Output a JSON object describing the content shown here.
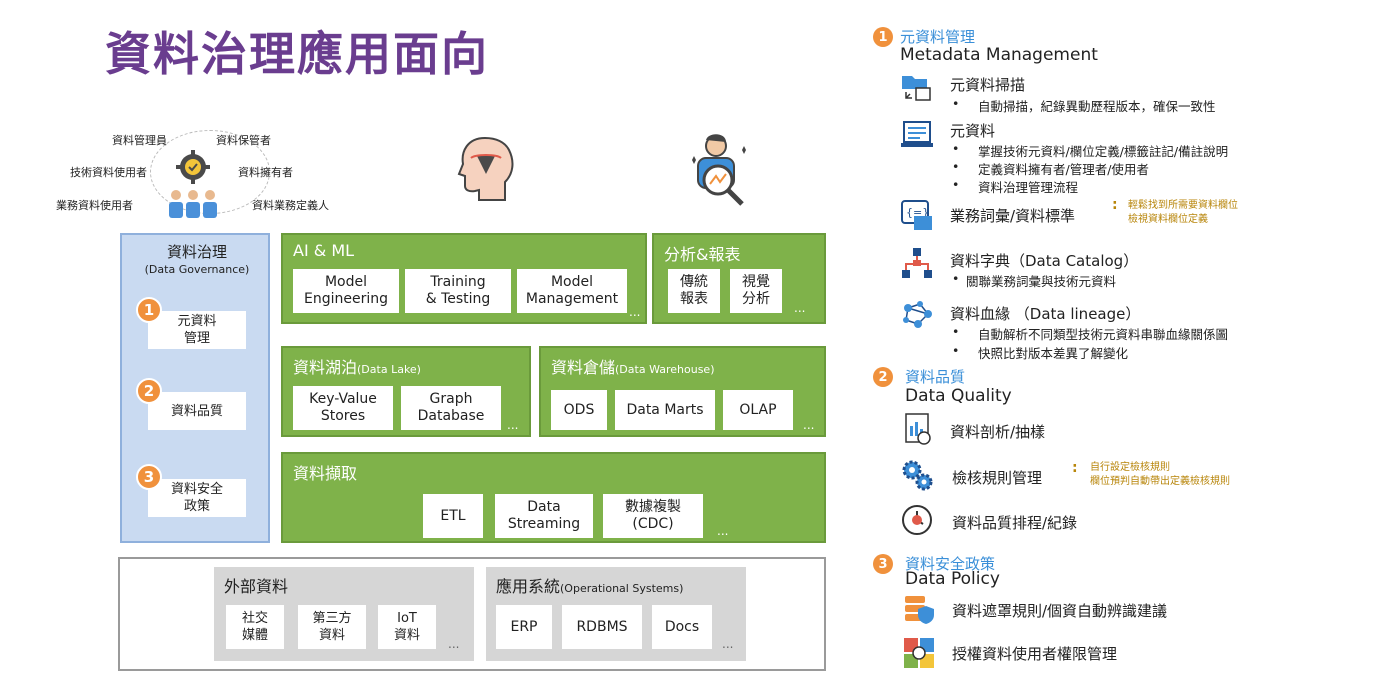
{
  "title": "資料治理應用面向",
  "roles": [
    "資料管理員",
    "資料保管者",
    "技術資料使用者",
    "資料擁有者",
    "業務資料使用者",
    "資料業務定義人"
  ],
  "governance": {
    "title": "資料治理",
    "subtitle": "(Data Governance)",
    "items": [
      {
        "badge": "1",
        "label_l1": "元資料",
        "label_l2": "管理"
      },
      {
        "badge": "2",
        "label_l1": "資料品質",
        "label_l2": ""
      },
      {
        "badge": "3",
        "label_l1": "資料安全",
        "label_l2": "政策"
      }
    ]
  },
  "aiml": {
    "label": "AI & ML",
    "items": [
      {
        "l1": "Model",
        "l2": "Engineering"
      },
      {
        "l1": "Training",
        "l2": "& Testing"
      },
      {
        "l1": "Model",
        "l2": "Management"
      }
    ],
    "more": "..."
  },
  "analytics": {
    "label": "分析&報表",
    "items": [
      {
        "l1": "傳統",
        "l2": "報表"
      },
      {
        "l1": "視覺",
        "l2": "分析"
      }
    ],
    "more": "..."
  },
  "lake": {
    "label": "資料湖泊",
    "label_en": "(Data Lake)",
    "items": [
      {
        "l1": "Key-Value",
        "l2": "Stores"
      },
      {
        "l1": "Graph",
        "l2": "Database"
      }
    ],
    "more": "..."
  },
  "warehouse": {
    "label": "資料倉儲",
    "label_en": "(Data Warehouse)",
    "items": [
      "ODS",
      "Data Marts",
      "OLAP"
    ],
    "more": "..."
  },
  "ingest": {
    "label": "資料擷取",
    "items": [
      {
        "l1": "ETL",
        "l2": ""
      },
      {
        "l1": "Data",
        "l2": "Streaming"
      },
      {
        "l1": "數據複製",
        "l2": "(CDC)"
      }
    ],
    "more": "..."
  },
  "external": {
    "label": "外部資料",
    "items": [
      {
        "l1": "社交",
        "l2": "媒體"
      },
      {
        "l1": "第三方",
        "l2": "資料"
      },
      {
        "l1": "IoT",
        "l2": "資料"
      }
    ],
    "more": "..."
  },
  "opsys": {
    "label": "應用系統",
    "label_en": "(Operational Systems)",
    "items": [
      "ERP",
      "RDBMS",
      "Docs"
    ],
    "more": "..."
  },
  "right": {
    "s1": {
      "badge": "1",
      "zh": "元資料管理",
      "en": "Metadata Management",
      "i1": {
        "title": "元資料掃描",
        "b1": "自動掃描，紀錄異動歷程版本，確保一致性"
      },
      "i2": {
        "title": "元資料",
        "b1": "掌握技術元資料/欄位定義/標籤註記/備註說明",
        "b2": "定義資料擁有者/管理者/使用者",
        "b3": "資料治理管理流程"
      },
      "i3": {
        "title": "業務詞彙/資料標準",
        "n1": "輕鬆找到所需要資料欄位",
        "n2": "檢視資料欄位定義"
      },
      "i4": {
        "title": "資料字典（Data Catalog）",
        "b1": "關聯業務詞彙與技術元資料"
      },
      "i5": {
        "title": "資料血緣 （Data lineage）",
        "b1": "自動解析不同類型技術元資料串聯血緣關係圖",
        "b2": "快照比對版本差異了解變化"
      }
    },
    "s2": {
      "badge": "2",
      "zh": "資料品質",
      "en": "Data Quality",
      "i1": {
        "title": "資料剖析/抽樣"
      },
      "i2": {
        "title": "檢核規則管理",
        "n1": "自行設定檢核規則",
        "n2": "欄位預判自動帶出定義檢核規則"
      },
      "i3": {
        "title": "資料品質排程/紀錄"
      }
    },
    "s3": {
      "badge": "3",
      "zh": "資料安全政策",
      "en": "Data Policy",
      "i1": {
        "title": "資料遮罩規則/個資自動辨識建議"
      },
      "i2": {
        "title": "授權資料使用者權限管理"
      }
    },
    "bullet": "•",
    "colon": ":"
  }
}
